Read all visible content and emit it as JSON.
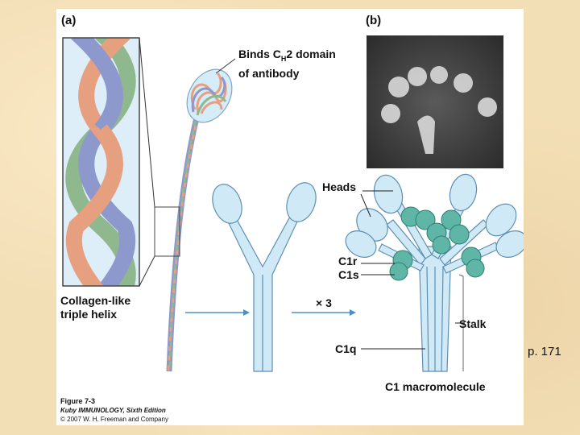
{
  "panel_a_label": "(a)",
  "panel_b_label": "(b)",
  "binds_line1_pre": "Binds C",
  "binds_sub": "H",
  "binds_line1_post": "2 domain",
  "binds_line2": "of antibody",
  "collagen_line1": "Collagen-like",
  "collagen_line2": "triple helix",
  "times3": "× 3",
  "heads": "Heads",
  "c1r": "C1r",
  "c1s": "C1s",
  "stalk": "Stalk",
  "c1q": "C1q",
  "c1_macro": "C1 macromolecule",
  "figure_label": "Figure 7-3",
  "book_title": "Kuby IMMUNOLOGY, Sixth Edition",
  "copyright": "© 2007 W. H. Freeman and Company",
  "page_number": "p. 171",
  "colors": {
    "strand_blue": "#8d98cc",
    "strand_green": "#8fb88f",
    "strand_salmon": "#e6a07f",
    "c1q_fill": "#cfe9f7",
    "c1rs_teal": "#5fb5a6"
  }
}
